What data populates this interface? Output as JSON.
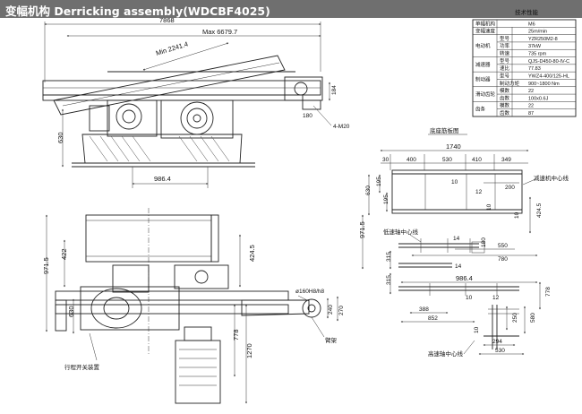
{
  "title": "变幅机构 Derricking assembly(WDCBF4025)",
  "side_view": {
    "dim_total": "7868",
    "dim_max": "Max 6679.7",
    "dim_min": "Min 2241.4",
    "dim_height": "630",
    "dim_base": "986.4",
    "dim_184": "184",
    "dim_180": "180",
    "dim_bolt": "4-M20"
  },
  "plan_view": {
    "dim_971": "971.5",
    "dim_422": "422",
    "dim_424": "424.5",
    "dim_630": "630",
    "dim_shaft": "ø160H8/h8",
    "dim_240": "240",
    "dim_270": "270",
    "dim_778": "778",
    "dim_1270": "1270",
    "label_switch": "行程开关装置",
    "label_arm": "臂架"
  },
  "spec_table": {
    "title": "技术性能",
    "rows": [
      {
        "group": "",
        "name": "单幅机构",
        "value": "M6"
      },
      {
        "group": "",
        "name": "变幅速度",
        "value": "25m/min"
      },
      {
        "group": "电动机",
        "name": "型号",
        "value": "YZR250M2-8"
      },
      {
        "group": "电动机",
        "name": "功率",
        "value": "37kW"
      },
      {
        "group": "电动机",
        "name": "转速",
        "value": "735 rpm"
      },
      {
        "group": "减速器",
        "name": "型号",
        "value": "QJS-D450-80-IV-C"
      },
      {
        "group": "减速器",
        "name": "速比",
        "value": "77.83"
      },
      {
        "group": "制动器",
        "name": "型号",
        "value": "YWZ4-400/125-HL"
      },
      {
        "group": "制动器",
        "name": "制动力矩",
        "value": "900~1800 Nm"
      },
      {
        "group": "滑动齿轮",
        "name": "模数",
        "value": "22"
      },
      {
        "group": "滑动齿轮",
        "name": "齿数",
        "value": "100x0.6J"
      },
      {
        "group": "齿条",
        "name": "模数",
        "value": "22"
      },
      {
        "group": "齿条",
        "name": "齿数",
        "value": "87"
      }
    ]
  },
  "base_plate": {
    "title": "底座筋板图",
    "dim_1740": "1740",
    "top_dims": [
      "30",
      "400",
      "530",
      "410",
      "349"
    ],
    "dim_630": "630",
    "dim_195_1": "195",
    "dim_195_2": "195",
    "dim_10a": "10",
    "dim_12a": "12",
    "dim_200": "200",
    "label_slow_center": "减速机中心线",
    "dim_424": "424.5",
    "dim_10b": "10",
    "dim_10c": "10",
    "dim_971": "971.5",
    "label_low_center": "低速轴中心线",
    "dim_14a": "14",
    "dim_180": "180",
    "dim_550": "550",
    "dim_315a": "315",
    "dim_14b": "14",
    "dim_780": "780",
    "dim_986": "986.4",
    "dim_315b": "315",
    "dim_10d": "10",
    "dim_12b": "12",
    "dim_778": "778",
    "dim_388": "388",
    "dim_852": "852",
    "dim_250": "250",
    "dim_580": "580",
    "dim_10e": "10",
    "dim_294": "294",
    "dim_530": "530",
    "label_high_center": "高速轴中心线"
  }
}
